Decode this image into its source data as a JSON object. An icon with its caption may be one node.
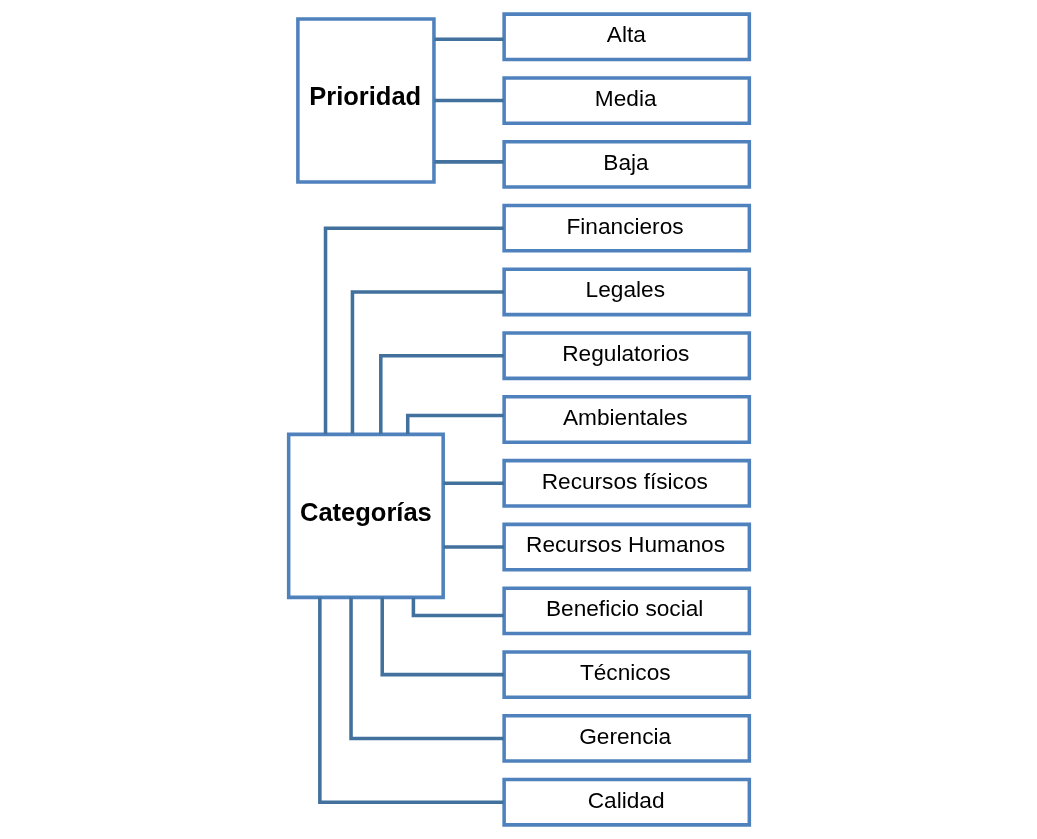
{
  "diagram": {
    "nodes": [
      {
        "text": [
          "Categorías"
        ]
      },
      {
        "text": [
          "Financieros"
        ]
      },
      {
        "text": [
          "Legales"
        ]
      },
      {
        "text": [
          "Regulatorios"
        ]
      },
      {
        "text": [
          "Ambientales"
        ]
      },
      {
        "text": [
          "Recursos físicos"
        ]
      },
      {
        "text": [
          "Recursos Humanos"
        ]
      },
      {
        "text": [
          "Beneficio social"
        ]
      },
      {
        "text": [
          "Técnicos"
        ]
      },
      {
        "text": [
          "Gerencia"
        ]
      },
      {
        "text": [
          "Calidad"
        ]
      },
      {
        "text": [
          "Prioridad"
        ]
      },
      {
        "text": [
          "Alta"
        ]
      },
      {
        "text": [
          "Media"
        ]
      },
      {
        "text": [
          "Baja"
        ]
      }
    ],
    "edges": [
      {
        "from": 0,
        "to": 1,
        "arrow": "none"
      },
      {
        "from": 0,
        "to": 2,
        "arrow": "none"
      },
      {
        "from": 0,
        "to": 3,
        "arrow": "none"
      },
      {
        "from": 0,
        "to": 4,
        "arrow": "none"
      },
      {
        "from": 0,
        "to": 5,
        "arrow": "none"
      },
      {
        "from": 0,
        "to": 6,
        "arrow": "none"
      },
      {
        "from": 0,
        "to": 7,
        "arrow": "none"
      },
      {
        "from": 0,
        "to": 8,
        "arrow": "none"
      },
      {
        "from": 0,
        "to": 9,
        "arrow": "none"
      },
      {
        "from": 0,
        "to": 10,
        "arrow": "none"
      },
      {
        "from": 11,
        "to": 12,
        "arrow": "none"
      },
      {
        "from": 11,
        "to": 13,
        "arrow": "none"
      },
      {
        "from": 11,
        "to": 14,
        "arrow": "none"
      }
    ]
  }
}
